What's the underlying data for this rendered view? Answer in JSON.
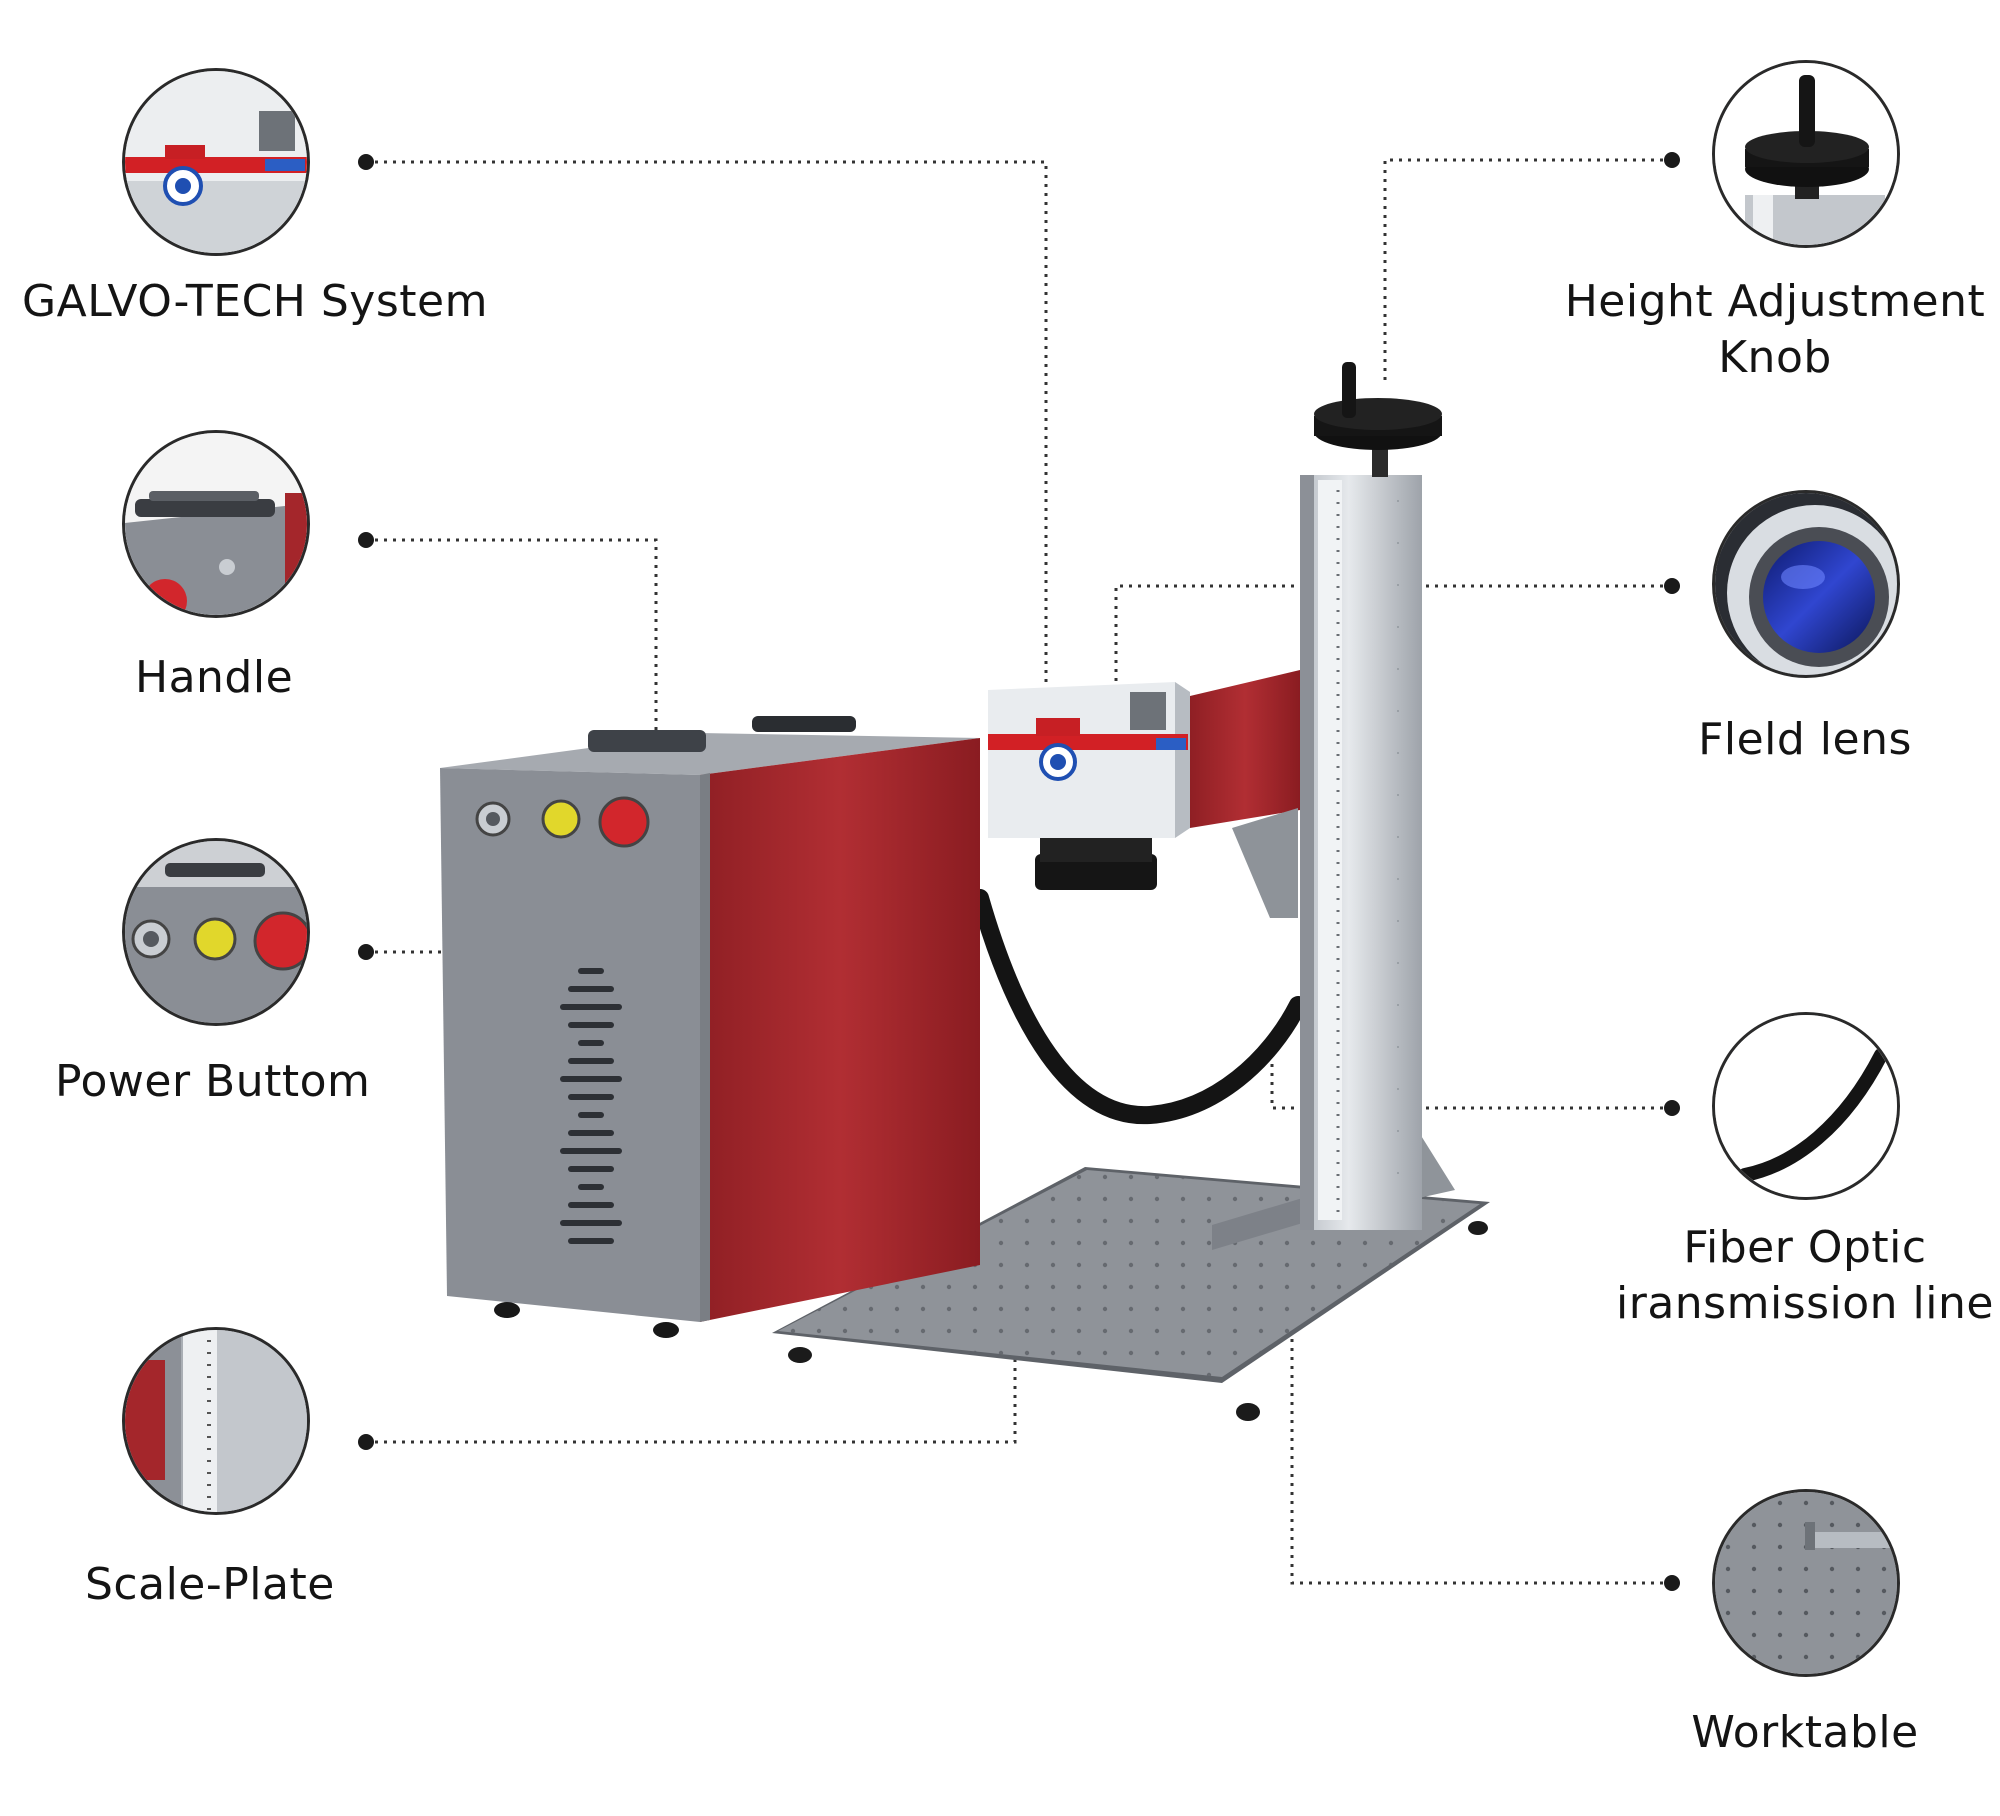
{
  "callouts": {
    "galvo": {
      "label": "GALVO-TECH System"
    },
    "handle": {
      "label": "Handle"
    },
    "power": {
      "label": "Power Buttom"
    },
    "scale": {
      "label": "Scale-Plate"
    },
    "height": {
      "line1": "Height Adjustment",
      "line2": "Knob"
    },
    "field_lens": {
      "label": "Fleld lens"
    },
    "fiber": {
      "line1": "Fiber Optic",
      "line2": "iransmission line"
    },
    "worktable": {
      "label": "Worktable"
    }
  },
  "colors": {
    "accent_red": "#a4262b",
    "panel_gray": "#8e9299",
    "lens_blue": "#1d2f9e"
  }
}
